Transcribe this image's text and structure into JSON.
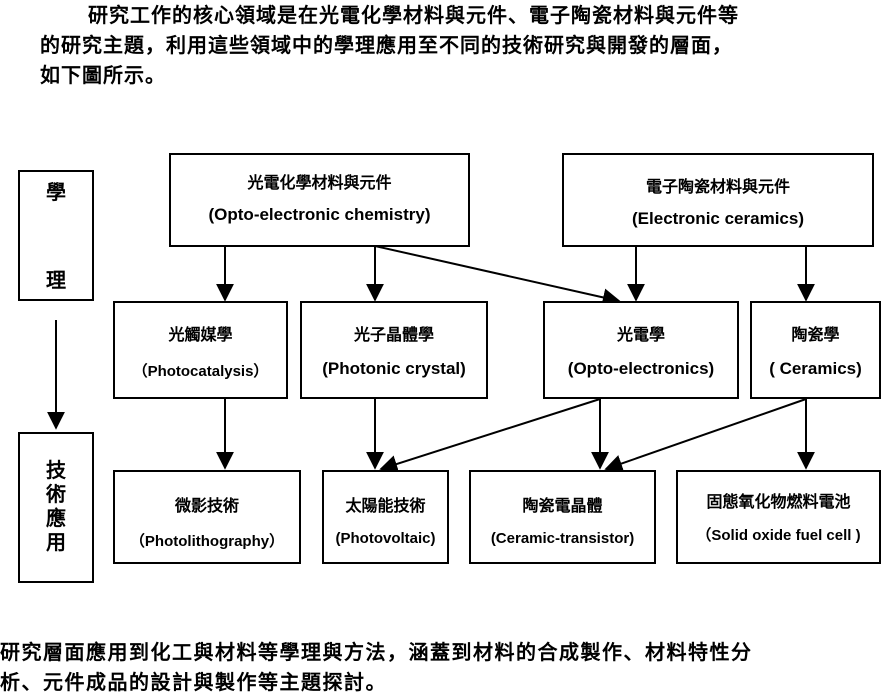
{
  "intro": {
    "line1": "研究工作的核心領域是在光電化學材料與元件、電子陶瓷材料與元件等",
    "line2": "的研究主題，利用這些領域中的學理應用至不同的技術研究與開發的層面，",
    "line3": "如下圖所示。"
  },
  "left_labels": {
    "theory_1": "學",
    "theory_2": "理",
    "app_1": "技",
    "app_2": "術",
    "app_3": "應",
    "app_4": "用"
  },
  "nodes": {
    "opto_chem": {
      "zh": "光電化學材料與元件",
      "en": "(Opto-electronic chemistry)"
    },
    "elec_ceramics": {
      "zh": "電子陶瓷材料與元件",
      "en": "(Electronic ceramics)"
    },
    "photocatalysis": {
      "zh": "光觸媒學",
      "en": "（Photocatalysis）"
    },
    "photonic_crystal": {
      "zh": "光子晶體學",
      "en": "(Photonic crystal)"
    },
    "opto_electronics": {
      "zh": "光電學",
      "en": "(Opto-electronics)"
    },
    "ceramics": {
      "zh": "陶瓷學",
      "en": "( Ceramics)"
    },
    "photolithography": {
      "zh": "微影技術",
      "en": "（Photolithography）"
    },
    "photovoltaic": {
      "zh": "太陽能技術",
      "en": "(Photovoltaic)"
    },
    "ceramic_transistor": {
      "zh": "陶瓷電晶體",
      "en": "(Ceramic-transistor)"
    },
    "sofc": {
      "zh": "固態氧化物燃料電池",
      "en": "（Solid oxide fuel cell )"
    }
  },
  "outro": {
    "line1": "研究層面應用到化工與材料等學理與方法，涵蓋到材料的合成製作、材料特性分",
    "line2": "析、元件成品的設計與製作等主題探討。"
  }
}
